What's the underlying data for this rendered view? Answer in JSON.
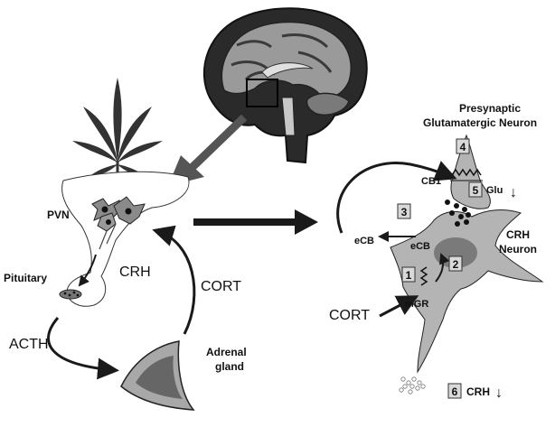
{
  "labels": {
    "pvn": "PVN",
    "pituitary": "Pituitary",
    "crh_left": "CRH",
    "acth": "ACTH",
    "cort_left": "CORT",
    "adrenal_line1": "Adrenal",
    "adrenal_line2": "gland",
    "presynaptic_line1": "Presynaptic",
    "presynaptic_line2": "Glutamatergic Neuron",
    "cb1": "CB1",
    "glu": "Glu",
    "ecb_outer": "eCB",
    "ecb_inner": "eCB",
    "crh_neuron_line1": "CRH",
    "crh_neuron_line2": "Neuron",
    "cort_right": "CORT",
    "mgr": "mGR",
    "crh_release": "CRH",
    "arrow_down": "↓"
  },
  "steps": [
    "1",
    "2",
    "3",
    "4",
    "5",
    "6"
  ],
  "colors": {
    "cell_gray": "#b4b4b4",
    "dark_gray": "#7a7a7a",
    "outline": "#1a1a1a",
    "box_fill": "#d9d9d9"
  }
}
